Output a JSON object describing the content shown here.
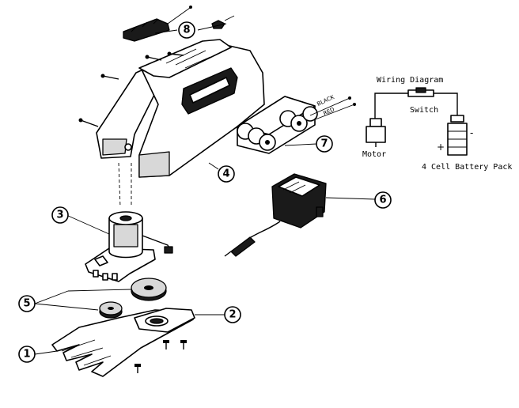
{
  "wiring_diagram": {
    "title": "Wiring Diagram",
    "switch_label": "Switch",
    "motor_label": "Motor",
    "battery_label": "4 Cell Battery Pack",
    "minus_sign": "-",
    "plus_sign": "+"
  },
  "callouts": [
    {
      "id": "1",
      "label": "1"
    },
    {
      "id": "2",
      "label": "2"
    },
    {
      "id": "3",
      "label": "3"
    },
    {
      "id": "4",
      "label": "4"
    },
    {
      "id": "5",
      "label": "5"
    },
    {
      "id": "6",
      "label": "6"
    },
    {
      "id": "7",
      "label": "7"
    },
    {
      "id": "8",
      "label": "8"
    }
  ],
  "wire_labels": {
    "black": "BLACK",
    "red": "RED"
  }
}
